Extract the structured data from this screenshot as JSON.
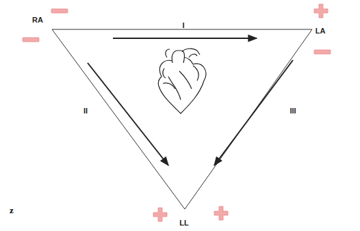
{
  "diagram": {
    "labels": [
      "RA",
      "LA",
      "LL",
      "I",
      "II",
      "III",
      "z"
    ]
  }
}
